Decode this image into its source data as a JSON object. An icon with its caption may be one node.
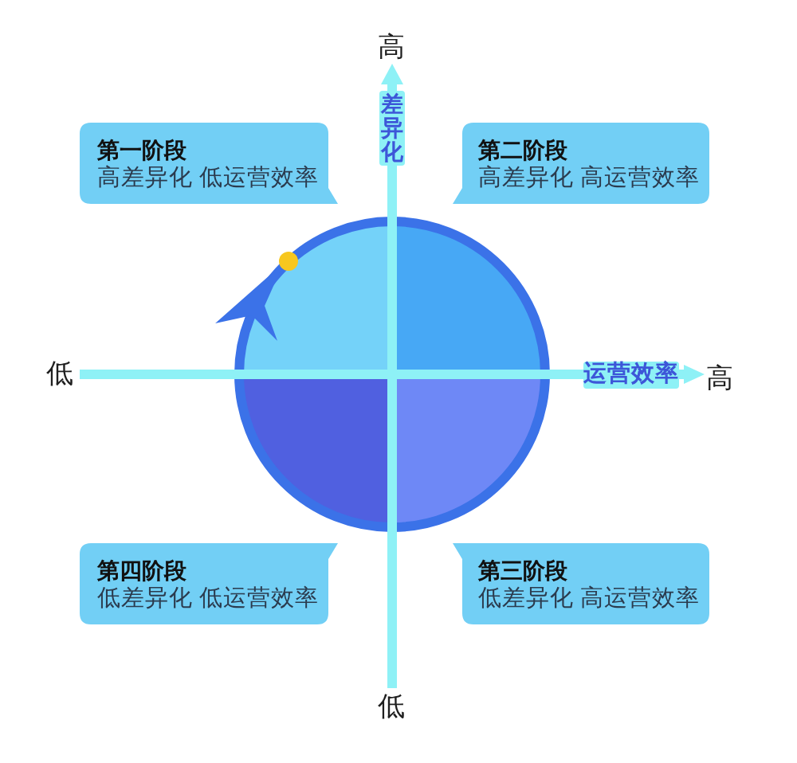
{
  "diagram": {
    "nodes": [
      {
        "text": [
          "第一阶段",
          "高差异化 低运营效率"
        ]
      },
      {
        "text": [
          "第二阶段",
          "高差异化 高运营效率"
        ]
      },
      {
        "text": [
          "第四阶段",
          "低差异化 低运营效率"
        ]
      },
      {
        "text": [
          "第三阶段",
          "低差异化 高运营效率"
        ]
      }
    ],
    "labels": [
      "高",
      "差异化",
      "低",
      "运营效率",
      "高",
      "低"
    ]
  }
}
